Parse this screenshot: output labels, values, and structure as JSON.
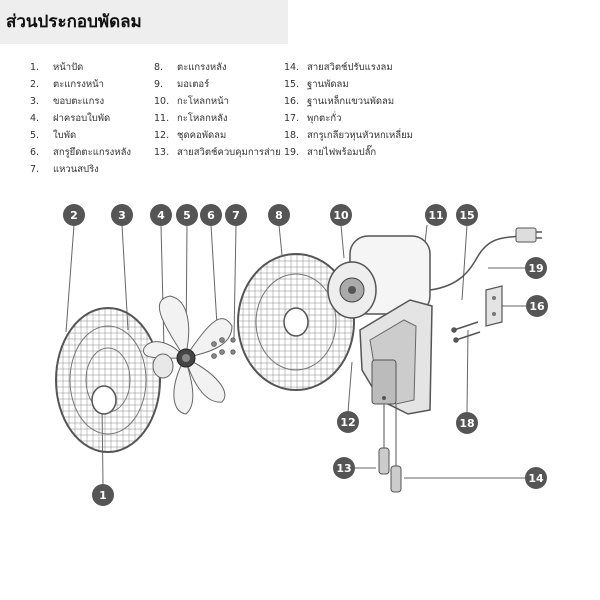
{
  "header": {
    "title": "ส่วนประกอบพัดลม"
  },
  "parts": [
    {
      "num": "1.",
      "name": "หน้าปัด"
    },
    {
      "num": "2.",
      "name": "ตะแกรงหน้า"
    },
    {
      "num": "3.",
      "name": "ขอบตะแกรง"
    },
    {
      "num": "4.",
      "name": "ฝาครอบใบพัด"
    },
    {
      "num": "5.",
      "name": "ใบพัด"
    },
    {
      "num": "6.",
      "name": "สกรูยึดตะแกรงหลัง"
    },
    {
      "num": "7.",
      "name": "แหวนสปริง"
    },
    {
      "num": "8.",
      "name": "ตะแกรงหลัง"
    },
    {
      "num": "9.",
      "name": "มอเตอร์"
    },
    {
      "num": "10.",
      "name": "กะโหลกหน้า"
    },
    {
      "num": "11.",
      "name": "กะโหลกหลัง"
    },
    {
      "num": "12.",
      "name": "ชุดคอพัดลม"
    },
    {
      "num": "13.",
      "name": "สายสวิตช์ควบคุมการส่าย"
    },
    {
      "num": "14.",
      "name": "สายสวิตช์ปรับแรงลม"
    },
    {
      "num": "15.",
      "name": "ฐานพัดลม"
    },
    {
      "num": "16.",
      "name": "ฐานเหล็กแขวนพัดลม"
    },
    {
      "num": "17.",
      "name": "พุกตะกั่ว"
    },
    {
      "num": "18.",
      "name": "สกรูเกลียวหุนหัวหกเหลี่ยม"
    },
    {
      "num": "19.",
      "name": "สายไฟพร้อมปลั๊ก"
    }
  ],
  "callouts": [
    "1",
    "2",
    "3",
    "4",
    "5",
    "6",
    "7",
    "8",
    "10",
    "11",
    "12",
    "13",
    "14",
    "15",
    "16",
    "18",
    "19"
  ],
  "colors": {
    "callout_fill": "#555555",
    "line": "#666666",
    "panel": "#eeeeee"
  }
}
